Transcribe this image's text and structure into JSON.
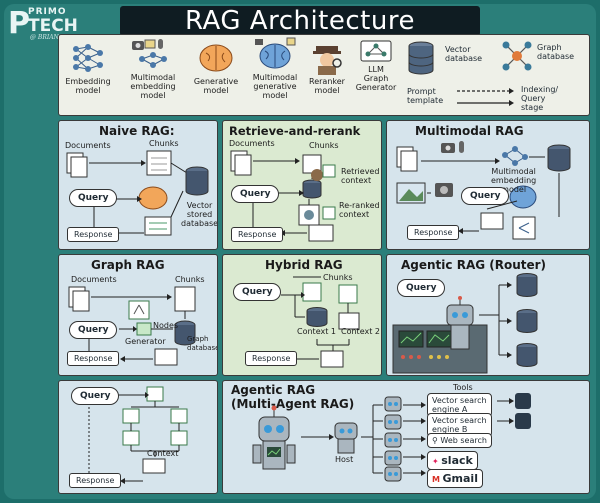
{
  "logo": {
    "line1": "PRIMO",
    "line2": "TECH",
    "line3": "@ BRIAN"
  },
  "title": "RAG Architecture",
  "legend": {
    "embedding": [
      "Embedding",
      "model"
    ],
    "multimodal": [
      "Multimodal",
      "embedding",
      "model"
    ],
    "generative": [
      "Generative",
      "model"
    ],
    "multimodal_gen": [
      "Multimodal",
      "generative",
      "model"
    ],
    "reranker": [
      "Reranker",
      "model"
    ],
    "llm_graph": [
      "LLM",
      "Graph",
      "Generator"
    ],
    "vector_db": [
      "Vector",
      "database"
    ],
    "graph_db": [
      "Graph",
      "database"
    ],
    "prompt_template": "Prompt template",
    "indexing": "Indexing/",
    "query_stage": [
      "Query",
      "stage"
    ]
  },
  "naive": {
    "title": "Naive RAG:",
    "documents": "Documents",
    "chunks": "Chunks",
    "query": "Query",
    "vector_stored": [
      "Vector",
      "stored",
      "database"
    ],
    "response": "Response"
  },
  "rerank": {
    "title": "Retrieve-and-rerank",
    "documents": "Documents",
    "chunks": "Chunks",
    "query": "Query",
    "retrieved": [
      "Retrieved",
      "context"
    ],
    "reranked": [
      "Re-ranked",
      "context"
    ],
    "response": "Response"
  },
  "multimodal": {
    "title": "Multimodal RAG",
    "embed_model": [
      "Multimodal",
      "embedding",
      "model"
    ],
    "query": "Query",
    "response": "Response"
  },
  "graph": {
    "title": "Graph RAG",
    "documents": "Documents",
    "chunks": "Chunks",
    "query": "Query",
    "nodes": "Nodes",
    "generator": "Generator",
    "graph_db": [
      "Graph",
      "database"
    ],
    "response": "Response"
  },
  "hybrid": {
    "title": "Hybrid RAG",
    "chunks": "Chunks",
    "query": "Query",
    "context1": "Context 1",
    "context2": "Context 2",
    "response": "Response"
  },
  "agentic_router": {
    "title": "Agentic RAG (Router)",
    "query": "Query"
  },
  "agentic_left": {
    "query": "Query",
    "context": "Context",
    "response": "Response"
  },
  "agentic_multi": {
    "title": [
      "Agentic RAG",
      "(Multi-Agent RAG)"
    ],
    "host": "Host",
    "tools": "Tools",
    "tool_list": [
      [
        "Vector search",
        "engine A"
      ],
      [
        "Vector search",
        "engine B"
      ],
      [
        "Web search"
      ],
      [
        "slack"
      ],
      [
        "Gmail"
      ]
    ]
  },
  "colors": {
    "bg": "#1d6e6a",
    "blue_panel": "#d6e4ec",
    "green_panel": "#dbead1",
    "title_bg": "#0f1c22"
  }
}
